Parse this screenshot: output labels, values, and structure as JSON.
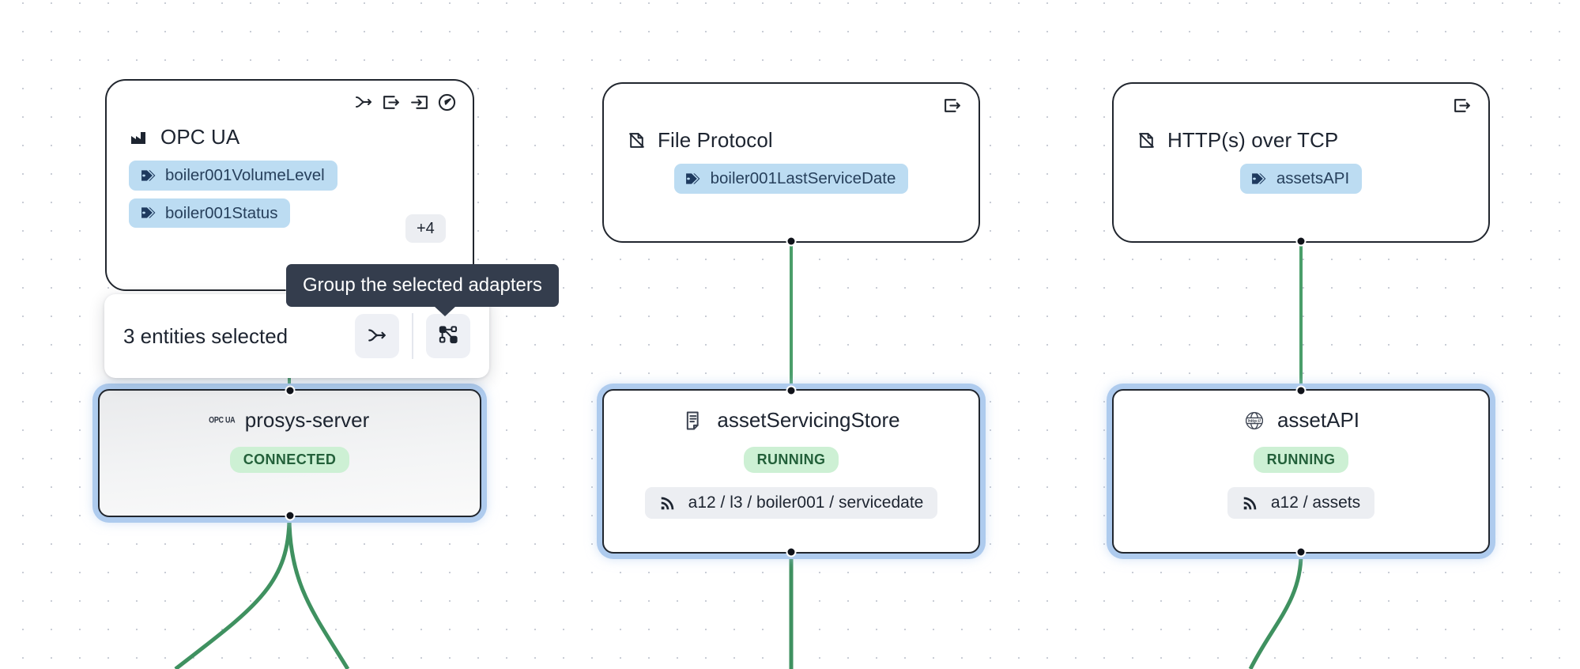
{
  "canvas": {
    "background_color": "#ffffff",
    "dot_color": "#c9cdd6",
    "edge_color": "#4a9e6a"
  },
  "adapters": [
    {
      "id": "opcua",
      "title": "OPC UA",
      "icon": "factory-icon",
      "toolbar_icons": [
        "merge-branch-icon",
        "export-box-icon",
        "import-box-icon",
        "navigate-circle-icon"
      ],
      "tags": [
        "boiler001VolumeLevel",
        "boiler001Status"
      ],
      "overflow_badge": "+4"
    },
    {
      "id": "file-protocol",
      "title": "File Protocol",
      "icon": "file-protocol-icon",
      "toolbar_icons": [
        "export-box-icon"
      ],
      "tags": [
        "boiler001LastServiceDate"
      ],
      "overflow_badge": ""
    },
    {
      "id": "http-tcp",
      "title": "HTTP(s) over TCP",
      "icon": "file-protocol-icon",
      "toolbar_icons": [
        "export-box-icon"
      ],
      "tags": [
        "assetsAPI"
      ],
      "overflow_badge": ""
    }
  ],
  "devices": [
    {
      "id": "prosys-server",
      "title": "prosys-server",
      "icon": "opcua-logo-icon",
      "status": "CONNECTED",
      "status_color": "#23603a",
      "status_bg": "#cdf0d4",
      "topic": "",
      "selected": true,
      "dimmed": true
    },
    {
      "id": "asset-servicing-store",
      "title": "assetServicingStore",
      "icon": "document-icon",
      "status": "RUNNING",
      "status_color": "#23603a",
      "status_bg": "#cdf0d4",
      "topic": "a12 / l3 / boiler001 / servicedate",
      "topic_icon": "broadcast-icon",
      "selected": true,
      "dimmed": false
    },
    {
      "id": "asset-api",
      "title": "assetAPI",
      "icon": "http-globe-icon",
      "status": "RUNNING",
      "status_color": "#23603a",
      "status_bg": "#cdf0d4",
      "topic": "a12 / assets",
      "topic_icon": "broadcast-icon",
      "selected": true,
      "dimmed": false
    }
  ],
  "selection_toolbar": {
    "label": "3 entities selected",
    "merge_button_icon": "merge-branch-icon",
    "group_button_icon": "topology-group-icon"
  },
  "tooltip": {
    "text": "Group the selected adapters"
  }
}
